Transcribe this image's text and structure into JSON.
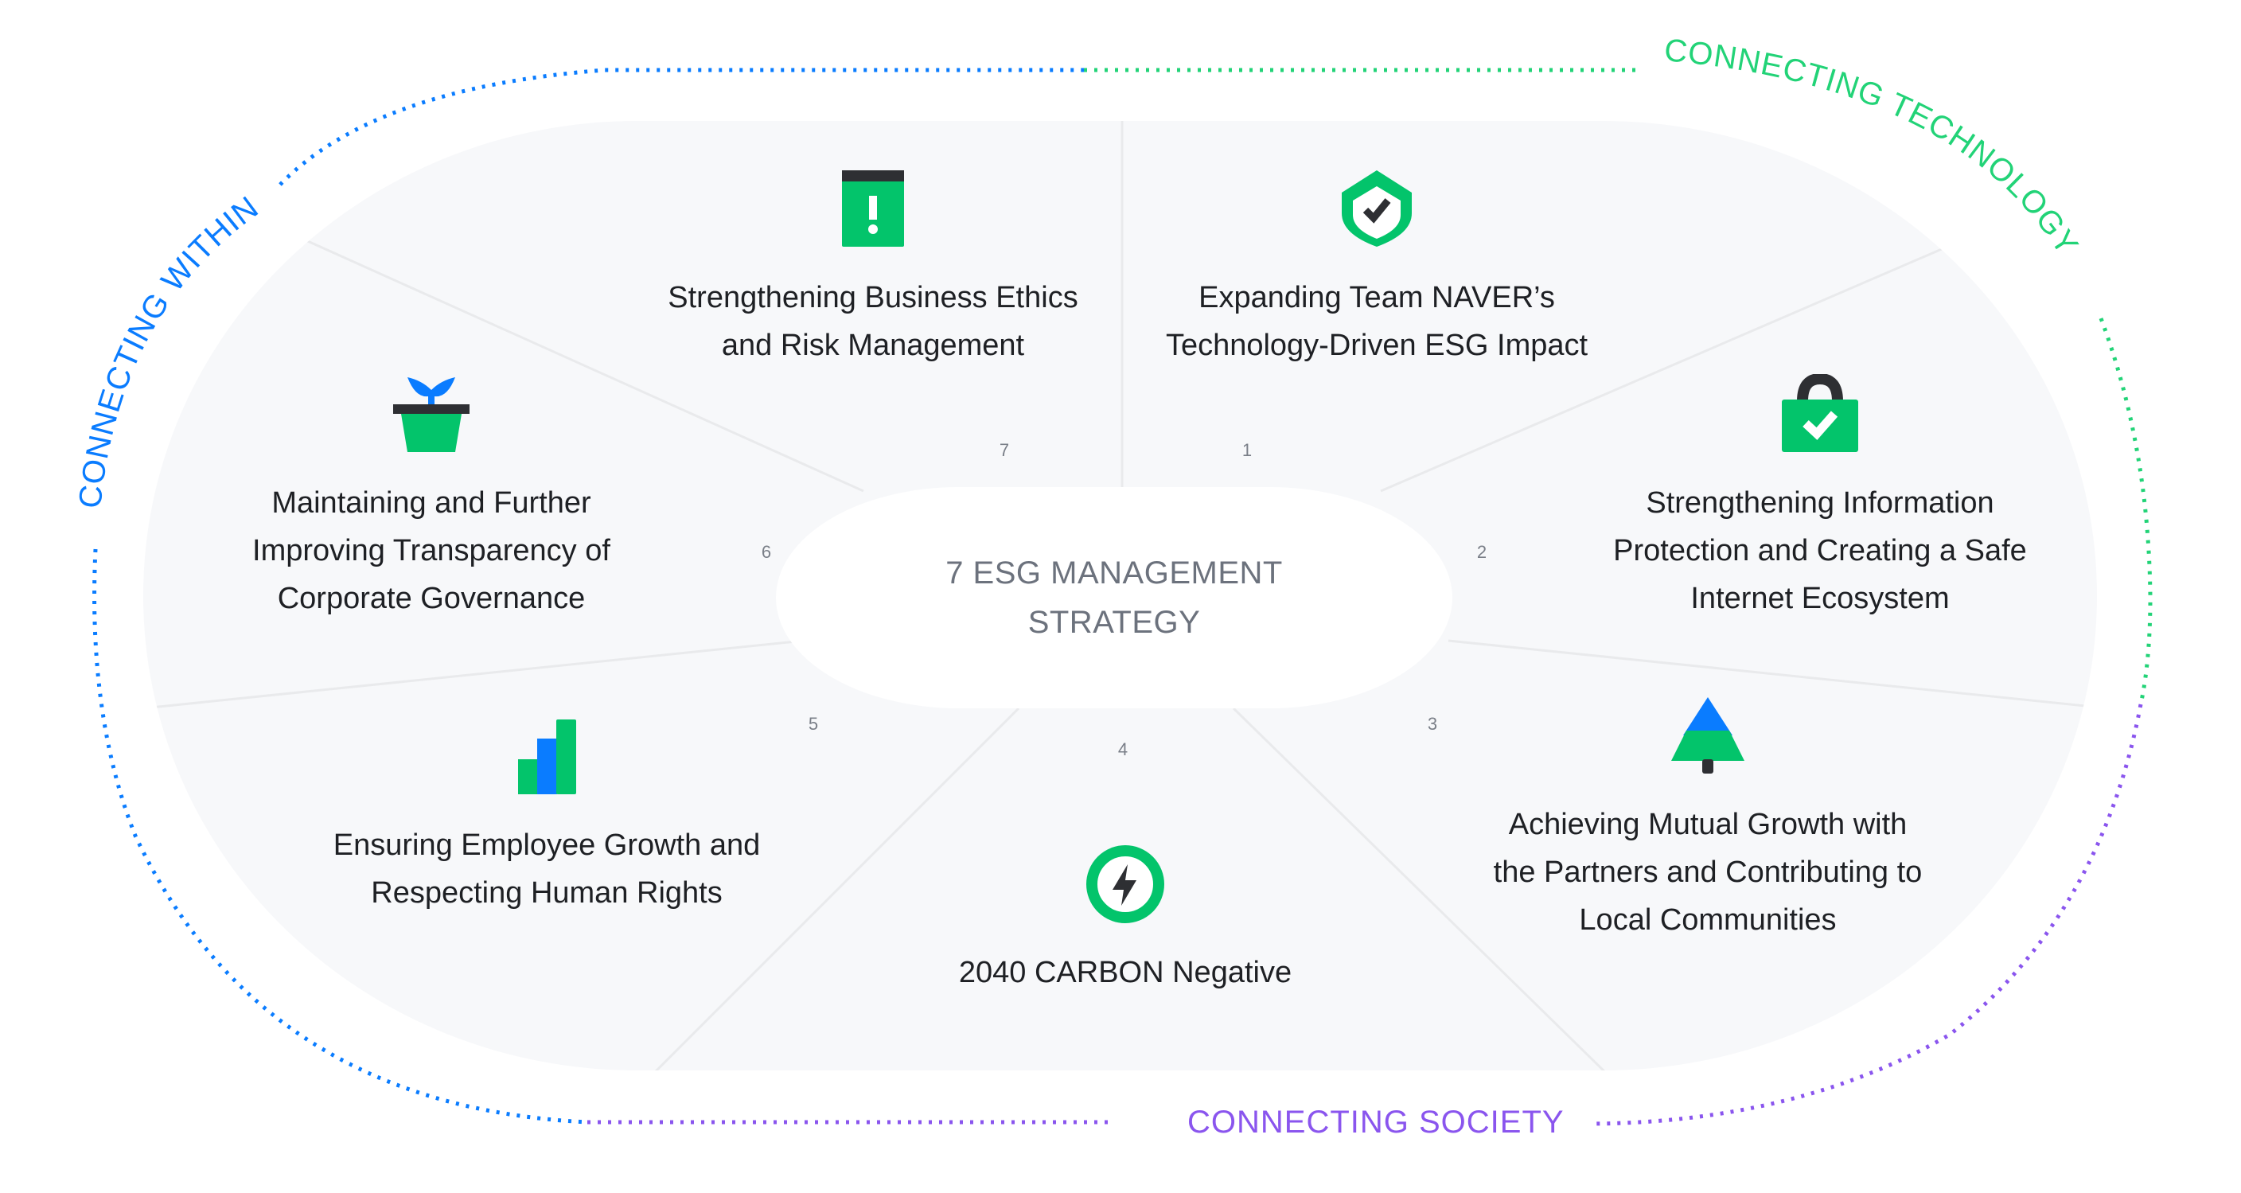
{
  "center": {
    "title": "7 ESG MANAGEMENT STRATEGY"
  },
  "ring_labels": {
    "within": "CONNECTING WITHIN",
    "technology": "CONNECTING TECHNOLOGY",
    "society": "CONNECTING SOCIETY"
  },
  "colors": {
    "within": "#0a7cff",
    "technology": "#22d377",
    "society": "#8a55ee",
    "icon_green": "#03c46b",
    "icon_blue": "#0a7cff",
    "icon_dark": "#2e2f33",
    "shape_bg": "#f7f8fa",
    "center_text": "#6c727d"
  },
  "strategies": [
    {
      "number": "1",
      "icon": "shield-check-icon",
      "label": "Expanding Team NAVER’s Technology-Driven ESG Impact"
    },
    {
      "number": "2",
      "icon": "lock-check-icon",
      "label": "Strengthening Information Protection and Creating a Safe Internet Ecosystem"
    },
    {
      "number": "3",
      "icon": "tree-icon",
      "label": "Achieving Mutual Growth with the Partners and Contributing to Local Communities"
    },
    {
      "number": "4",
      "icon": "lightning-icon",
      "label": "2040 CARBON Negative"
    },
    {
      "number": "5",
      "icon": "bar-chart-icon",
      "label": "Ensuring Employee Growth and Respecting Human Rights"
    },
    {
      "number": "6",
      "icon": "plant-pot-icon",
      "label": "Maintaining and Further Improving Transparency of Corporate Governance"
    },
    {
      "number": "7",
      "icon": "alert-document-icon",
      "label": "Strengthening Business Ethics and Risk Management"
    }
  ]
}
